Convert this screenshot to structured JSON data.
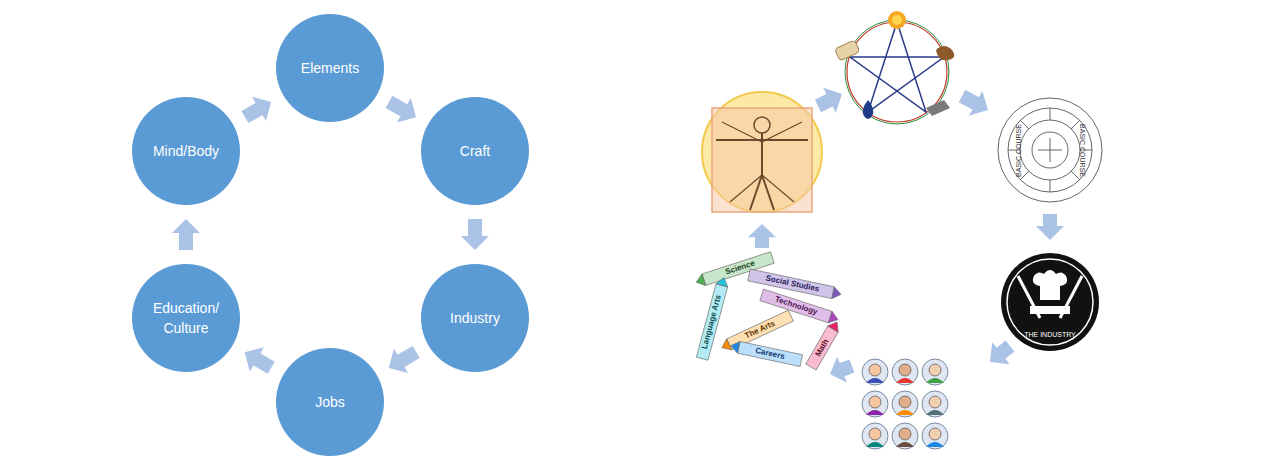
{
  "diagram": {
    "nodes": [
      {
        "text": [
          "Elements"
        ]
      },
      {
        "text": [
          "Craft"
        ]
      },
      {
        "text": [
          "Industry"
        ]
      },
      {
        "text": [
          "Jobs"
        ]
      },
      {
        "text": [
          "Education/ Culture"
        ]
      },
      {
        "text": [
          "Mind/Body"
        ]
      }
    ],
    "edges": [
      {
        "from": 0,
        "to": 1,
        "arrow": "to"
      },
      {
        "from": 1,
        "to": 2,
        "arrow": "to"
      },
      {
        "from": 2,
        "to": 3,
        "arrow": "to"
      },
      {
        "from": 3,
        "to": 4,
        "arrow": "to"
      },
      {
        "from": 4,
        "to": 5,
        "arrow": "to"
      },
      {
        "from": 5,
        "to": 0,
        "arrow": "to"
      }
    ],
    "labels": [
      "BASIC COURSE",
      "BASIC COURSE",
      "THE INDUSTRY",
      "Science",
      "Social Studies",
      "Technology",
      "Language Arts",
      "The Arts",
      "Careers",
      "Math"
    ]
  }
}
